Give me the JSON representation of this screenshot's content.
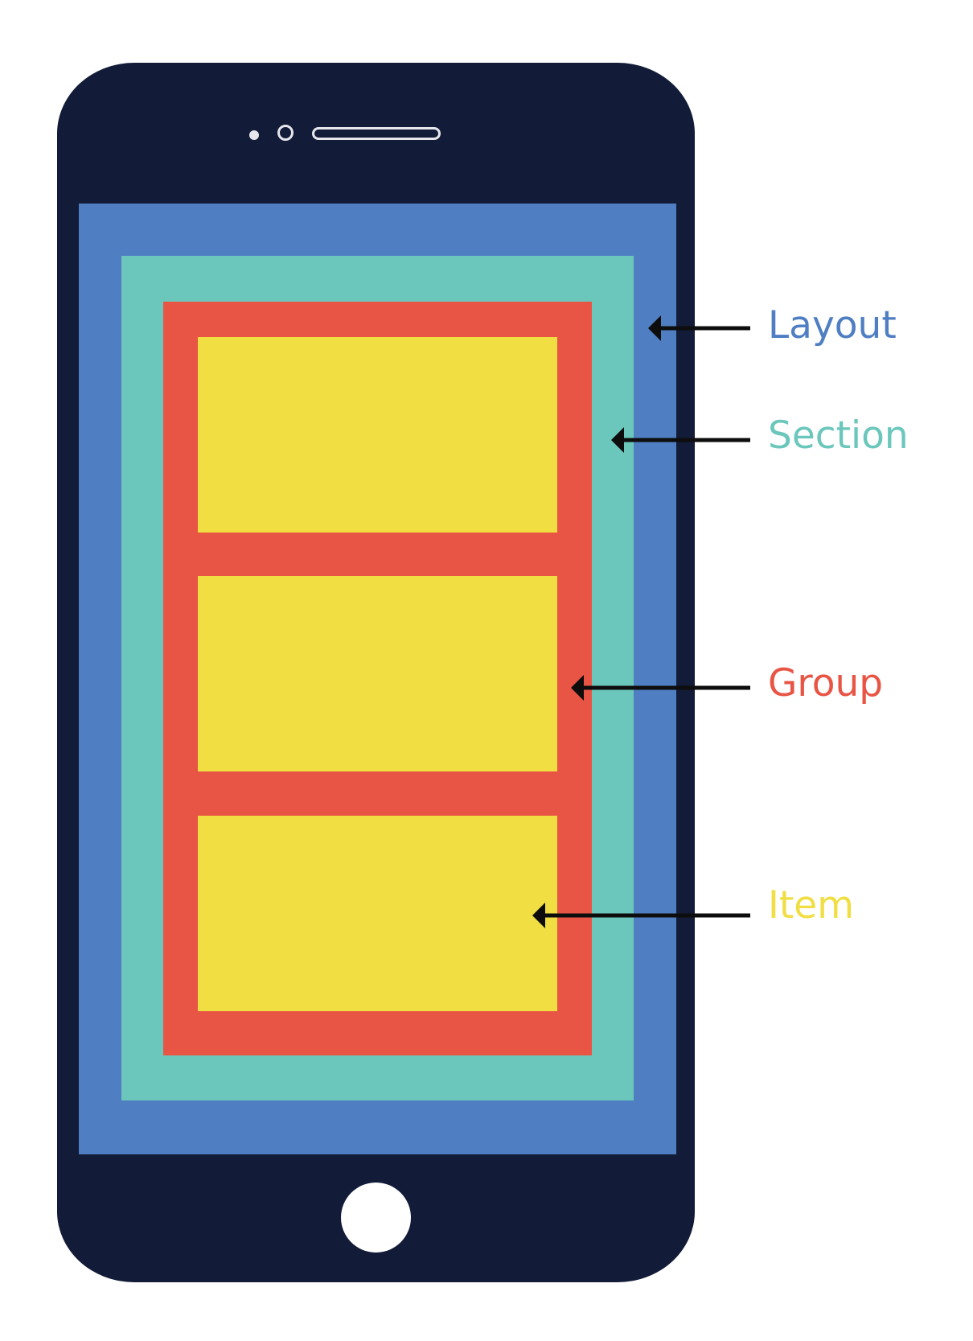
{
  "colors": {
    "layout": "#4f7ec3",
    "section": "#6bc7bb",
    "group": "#e85545",
    "item": "#f0de42",
    "phone": "#121b37",
    "arrow": "#0d0d0d"
  },
  "labels": {
    "layout": "Layout",
    "section": "Section",
    "group": "Group",
    "item": "Item"
  }
}
